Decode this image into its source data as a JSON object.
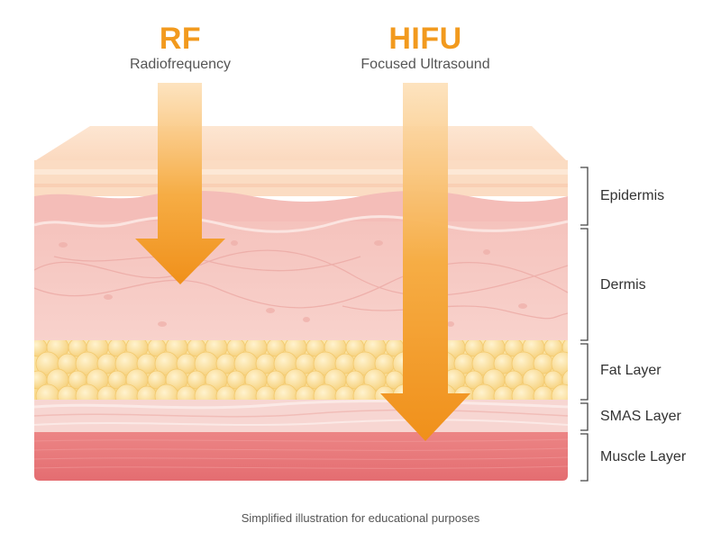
{
  "treatments": {
    "rf": {
      "title": "RF",
      "subtitle": "Radiofrequency"
    },
    "hifu": {
      "title": "HIFU",
      "subtitle": "Focused Ultrasound"
    }
  },
  "layers": [
    {
      "id": "epidermis",
      "label": "Epidermis"
    },
    {
      "id": "dermis",
      "label": "Dermis"
    },
    {
      "id": "fat",
      "label": "Fat Layer"
    },
    {
      "id": "smas",
      "label": "SMAS Layer"
    },
    {
      "id": "muscle",
      "label": "Muscle Layer"
    }
  ],
  "caption": "Simplified illustration for educational purposes",
  "colors": {
    "arrow_orange": "#f29a1e",
    "epidermis": "#fbe0c9",
    "dermis": "#f7c9c3",
    "fat": "#fbe3a0",
    "smas": "#f6d0cc",
    "muscle": "#e9777a"
  }
}
